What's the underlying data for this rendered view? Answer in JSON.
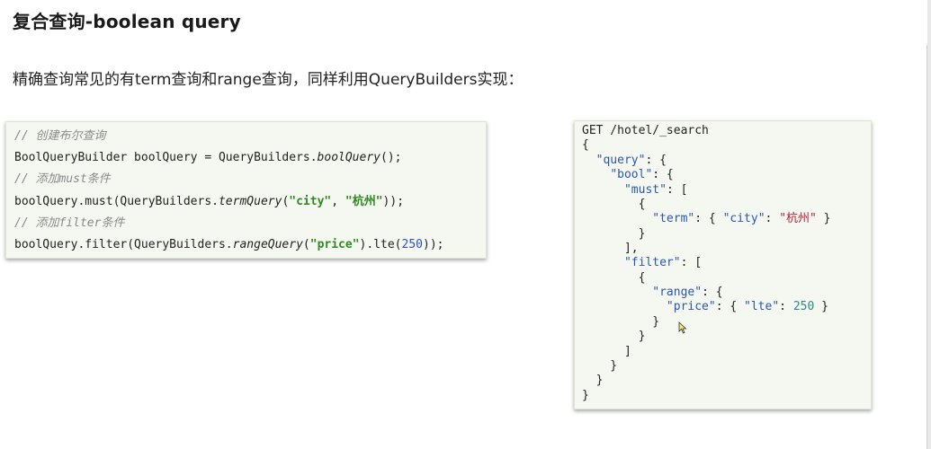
{
  "title": "复合查询-boolean query",
  "subtitle": "精确查询常见的有term查询和range查询，同样利用QueryBuilders实现：",
  "java_code": {
    "line1_comment": "// 创建布尔查询",
    "line2": {
      "a": "BoolQueryBuilder boolQuery = QueryBuilders.",
      "b": "boolQuery",
      "c": "();"
    },
    "line3_comment": "// 添加must条件",
    "line4": {
      "a": "boolQuery.must(QueryBuilders.",
      "b": "termQuery",
      "c": "(",
      "d": "\"city\"",
      "e": ", ",
      "f": "\"杭州\"",
      "g": "));"
    },
    "line5_comment": "// 添加filter条件",
    "line6": {
      "a": "boolQuery.filter(QueryBuilders.",
      "b": "rangeQuery",
      "c": "(",
      "d": "\"price\"",
      "e": ").lte(",
      "f": "250",
      "g": "));"
    }
  },
  "dsl": {
    "request": "GET /hotel/_search",
    "k_query": "\"query\"",
    "k_bool": "\"bool\"",
    "k_must": "\"must\"",
    "k_term": "\"term\"",
    "k_city": "\"city\"",
    "v_city": "\"杭州\"",
    "k_filter": "\"filter\"",
    "k_range": "\"range\"",
    "k_price": "\"price\"",
    "k_lte": "\"lte\"",
    "v_lte": "250"
  },
  "colors": {
    "code_bg": "#f5f8f1",
    "comment": "#8a8a8a",
    "string_java": "#2e8b1f",
    "number_java": "#2a4fd1",
    "json_key": "#2b56b0",
    "json_string": "#b3222f",
    "json_number": "#2a8b8a"
  },
  "icons": [
    "mouse-cursor-icon"
  ]
}
